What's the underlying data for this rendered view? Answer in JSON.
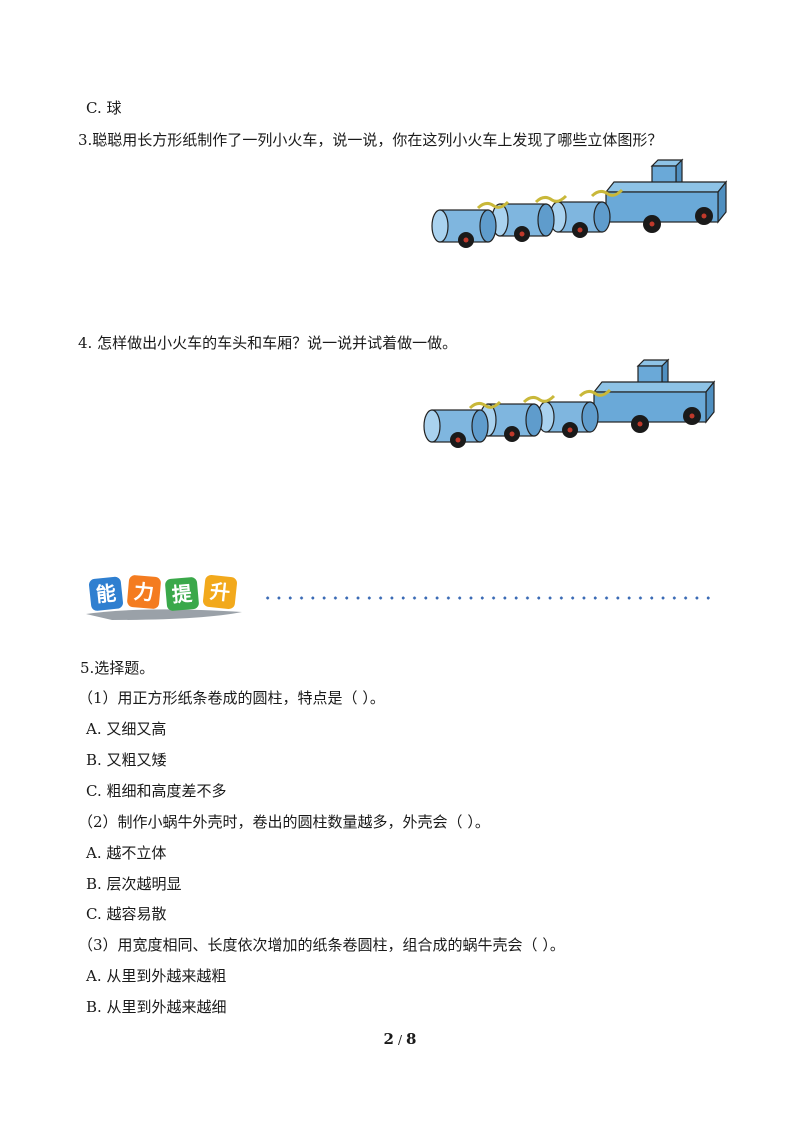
{
  "q2_option_c": "C. 球",
  "q3": {
    "text": "3.聪聪用长方形纸制作了一列小火车，说一说，你在这列小火车上发现了哪些立体图形？"
  },
  "q4": {
    "text": "4.  怎样做出小火车的车头和车厢？说一说并试着做一做。"
  },
  "section_badge": {
    "chars": [
      "能",
      "力",
      "提",
      "升"
    ],
    "colors": [
      "#2f7fd0",
      "#f47c20",
      "#3aa84a",
      "#f2a91c"
    ]
  },
  "q5": {
    "title": "5.选择题。",
    "sub1": {
      "stem": "（1）用正方形纸条卷成的圆柱，特点是（   ）。",
      "options": [
        "A. 又细又高",
        "B. 又粗又矮",
        "C. 粗细和高度差不多"
      ]
    },
    "sub2": {
      "stem": "（2）制作小蜗牛外壳时，卷出的圆柱数量越多，外壳会（   ）。",
      "options": [
        "A. 越不立体",
        "B. 层次越明显",
        "C. 越容易散"
      ]
    },
    "sub3": {
      "stem": "（3）用宽度相同、长度依次增加的纸条卷圆柱，组合成的蜗牛壳会（   ）。",
      "options": [
        "A. 从里到外越来越粗",
        "B. 从里到外越来越细"
      ]
    }
  },
  "page": {
    "current": "2",
    "separator": "/",
    "total": "8"
  }
}
